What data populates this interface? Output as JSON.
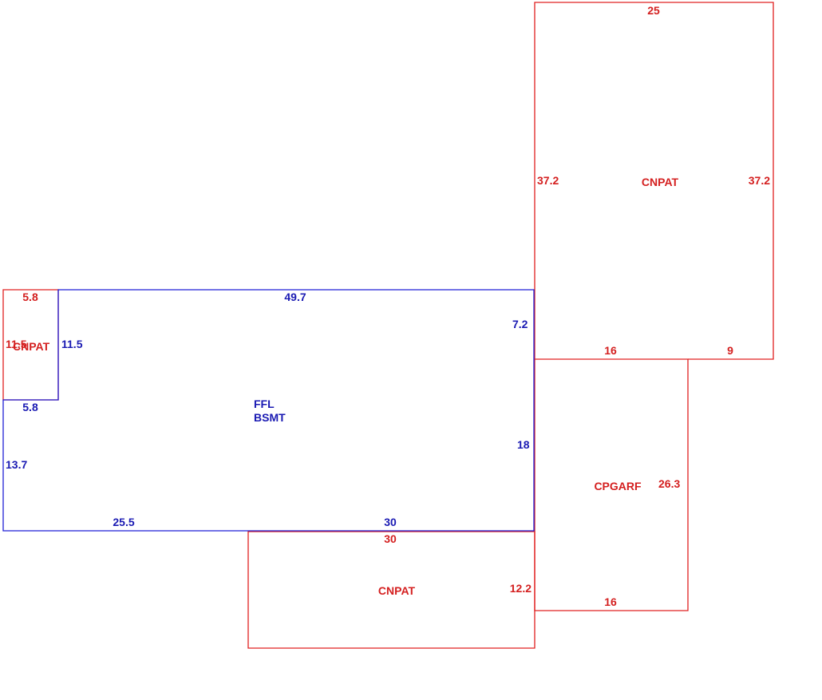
{
  "colors": {
    "main_floor": "#1f1fd6",
    "additions": "#e02020"
  },
  "main": {
    "label_line1": "FFL",
    "label_line2": "BSMT",
    "dims": {
      "top": "49.7",
      "right_upper": "7.2",
      "right_lower": "18",
      "bottom_right": "30",
      "bottom_left": "25.5",
      "left": "13.7",
      "notch_bottom": "5.8",
      "notch_right": "11.5"
    }
  },
  "left_patio": {
    "label": "CNPAT",
    "dims": {
      "top": "5.8",
      "left": "11.5"
    }
  },
  "top_right_patio": {
    "label": "CNPAT",
    "dims": {
      "top": "25",
      "left": "37.2",
      "right": "37.2",
      "bottom_left": "16",
      "bottom_right": "9"
    }
  },
  "garage": {
    "label": "CPGARF",
    "dims": {
      "right": "26.3",
      "bottom": "16"
    }
  },
  "bottom_patio": {
    "label": "CNPAT",
    "dims": {
      "top": "30",
      "right": "12.2"
    }
  }
}
